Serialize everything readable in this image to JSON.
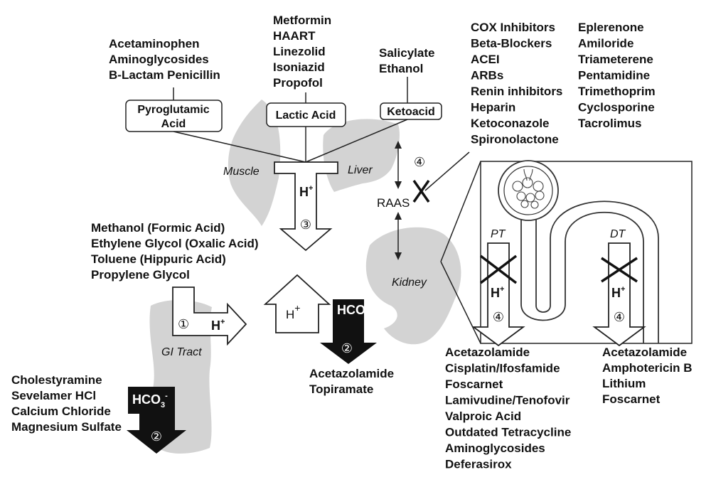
{
  "organs": {
    "muscle": "Muscle",
    "liver": "Liver",
    "kidney": "Kidney",
    "gi_tract": "GI Tract",
    "raas": "RAAS",
    "pt": "PT",
    "dt": "DT"
  },
  "acids": {
    "pyroglutamic_line1": "Pyroglutamic",
    "pyroglutamic_line2": "Acid",
    "lactic": "Lactic Acid",
    "ketoacid": "Ketoacid"
  },
  "ions": {
    "h": "H",
    "h_sup": "+",
    "hco3": "HCO",
    "hco3_sub": "3",
    "hco3_sup": "-"
  },
  "markers": {
    "one": "①",
    "two": "②",
    "three": "③",
    "four": "④"
  },
  "drug_groups": {
    "pyroglutamic": [
      "Acetaminophen",
      "Aminoglycosides",
      "B-Lactam Penicillin"
    ],
    "lactic": [
      "Metformin",
      "HAART",
      "Linezolid",
      "Isoniazid",
      "Propofol"
    ],
    "ketoacid": [
      "Salicylate",
      "Ethanol"
    ],
    "raas_col1": [
      "COX Inhibitors",
      "Beta-Blockers",
      "ACEI",
      "ARBs",
      "Renin inhibitors",
      "Heparin",
      "Ketoconazole",
      "Spironolactone"
    ],
    "raas_col2": [
      "Eplerenone",
      "Amiloride",
      "Triameterene",
      "Pentamidine",
      "Trimethoprim",
      "Cyclosporine",
      "Tacrolimus"
    ],
    "toxins": [
      "Methanol (Formic Acid)",
      "Ethylene Glycol (Oxalic Acid)",
      "Toluene (Hippuric Acid)",
      "Propylene Glycol"
    ],
    "gi_bicarb": [
      "Cholestyramine",
      "Sevelamer HCl",
      "Calcium Chloride",
      "Magnesium Sulfate"
    ],
    "renal_bicarb": [
      "Acetazolamide",
      "Topiramate"
    ],
    "pt_drugs": [
      "Acetazolamide",
      "Cisplatin/Ifosfamide",
      "Foscarnet",
      "Lamivudine/Tenofovir",
      "Valproic Acid",
      "Outdated Tetracycline",
      "Aminoglycosides",
      "Deferasirox"
    ],
    "dt_drugs": [
      "Acetazolamide",
      "Amphotericin B",
      "Lithium",
      "Foscarnet"
    ]
  },
  "colors": {
    "organ_fill": "#d3d3d3",
    "arrow_dark": "#111111",
    "line": "#222222"
  }
}
